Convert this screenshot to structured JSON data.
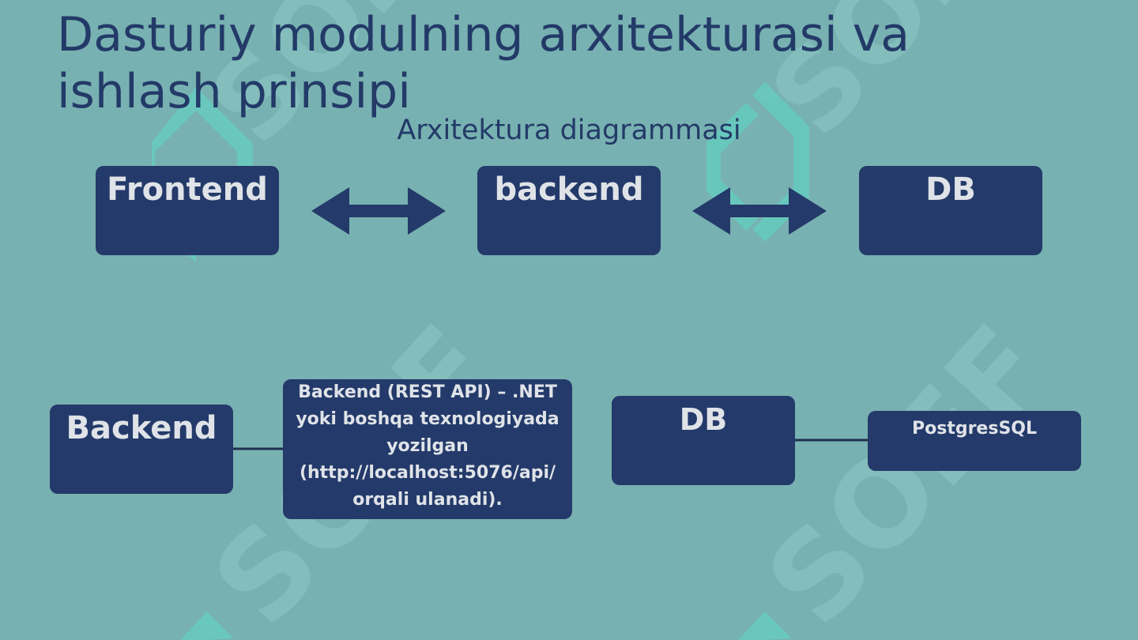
{
  "title": "Dasturiy modulning arxitekturasi va ishlash prinsipi",
  "subtitle": "Arxitektura diagrammasi",
  "top_row": {
    "frontend": "Frontend",
    "backend": "backend",
    "db": "DB"
  },
  "bottom_row": {
    "backend": "Backend",
    "backend_desc": "Backend (REST API) – .NET yoki boshqa texnologiyada yozilgan (http://localhost:5076/api/ orqali ulanadi).",
    "db": "DB",
    "db_engine": "PostgresSQL"
  },
  "watermark": "SOFF",
  "colors": {
    "background": "#78b1b1",
    "box_fill": "#243a6a",
    "box_text": "#dfe3e8",
    "title_text": "#233a68",
    "watermark": "#5fd6c6"
  }
}
